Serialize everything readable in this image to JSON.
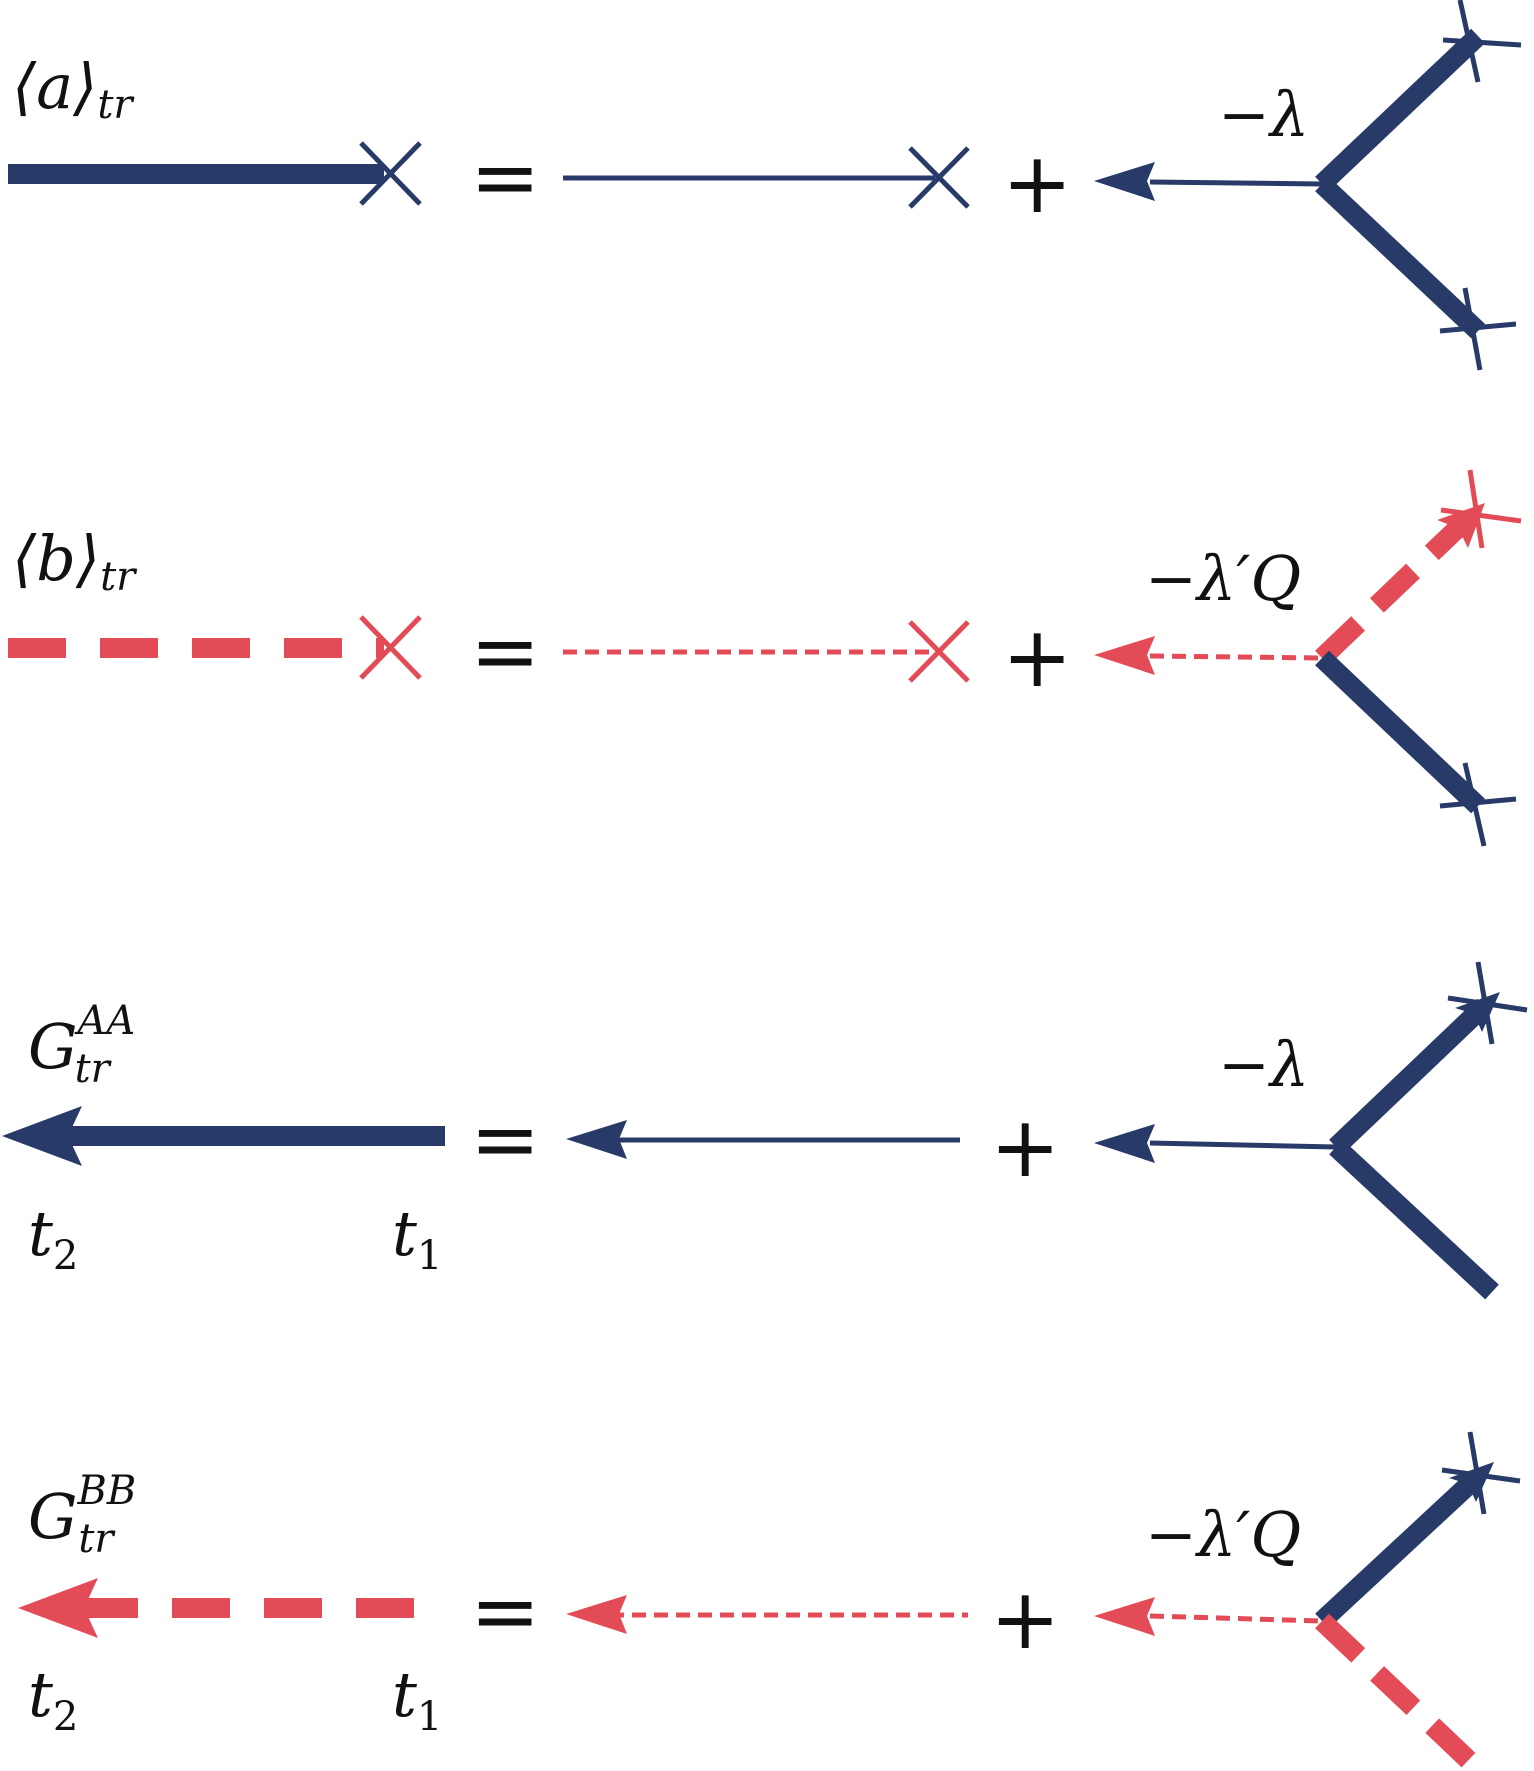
{
  "colors": {
    "blue": "#283a68",
    "red": "#e34b57",
    "text": "#111111"
  },
  "icons": {
    "source_marker": "cross-x-icon",
    "leg_marker": "cross-plus-icon",
    "arrowhead": "arrowhead-icon"
  },
  "rows": [
    {
      "label": {
        "base": "⟨a⟩",
        "sub": "tr",
        "sup": ""
      },
      "equals": "=",
      "plus": "+",
      "coupling": {
        "sign": "−",
        "symbol": "λ",
        "prime": "",
        "factor": ""
      }
    },
    {
      "label": {
        "base": "⟨b⟩",
        "sub": "tr",
        "sup": ""
      },
      "equals": "=",
      "plus": "+",
      "coupling": {
        "sign": "−",
        "symbol": "λ",
        "prime": "′",
        "factor": "Q"
      }
    },
    {
      "label": {
        "base": "G",
        "sub": "tr",
        "sup": "AA"
      },
      "times": {
        "left": {
          "base": "t",
          "sub": "2"
        },
        "right": {
          "base": "t",
          "sub": "1"
        }
      },
      "equals": "=",
      "plus": "+",
      "coupling": {
        "sign": "−",
        "symbol": "λ",
        "prime": "",
        "factor": ""
      }
    },
    {
      "label": {
        "base": "G",
        "sub": "tr",
        "sup": "BB"
      },
      "times": {
        "left": {
          "base": "t",
          "sub": "2"
        },
        "right": {
          "base": "t",
          "sub": "1"
        }
      },
      "equals": "=",
      "plus": "+",
      "coupling": {
        "sign": "−",
        "symbol": "λ",
        "prime": "′",
        "factor": "Q"
      }
    }
  ]
}
